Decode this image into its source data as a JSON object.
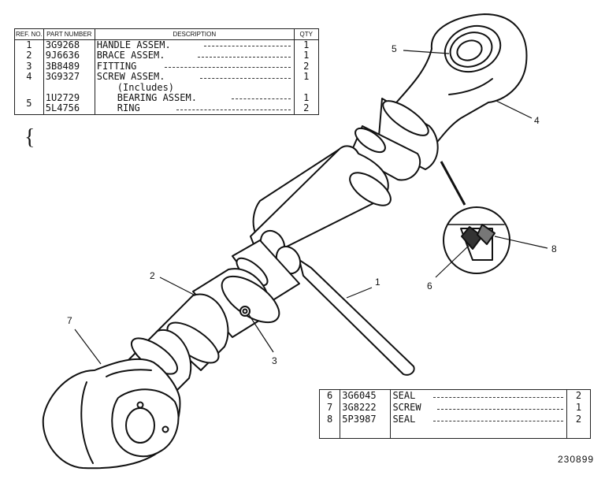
{
  "parts_table": {
    "headers": {
      "ref": "REF. NO.",
      "part_number": "PART NUMBER",
      "description": "DESCRIPTION",
      "qty": "QTY"
    },
    "rows": [
      {
        "ref": "1",
        "part_number": "3G9268",
        "description": "HANDLE ASSEM.",
        "qty": "1"
      },
      {
        "ref": "2",
        "part_number": "9J6636",
        "description": "BRACE ASSEM.",
        "qty": "1"
      },
      {
        "ref": "3",
        "part_number": "3B8489",
        "description": "FITTING",
        "qty": "2"
      },
      {
        "ref": "4",
        "part_number": "3G9327",
        "description": "SCREW ASSEM.",
        "qty": "1"
      },
      {
        "ref": "",
        "part_number": "",
        "description": "(Includes)",
        "qty": ""
      },
      {
        "ref": "5",
        "part_number": "1U2729",
        "description": "BEARING ASSEM.",
        "qty": "1"
      },
      {
        "ref": "",
        "part_number": "5L4756",
        "description": "RING",
        "qty": "2"
      }
    ]
  },
  "parts_table_2": {
    "rows": [
      {
        "ref": "6",
        "part_number": "3G6045",
        "description": "SEAL",
        "qty": "2"
      },
      {
        "ref": "7",
        "part_number": "3G8222",
        "description": "SCREW",
        "qty": "1"
      },
      {
        "ref": "8",
        "part_number": "5P3987",
        "description": "SEAL",
        "qty": "2"
      }
    ]
  },
  "callouts": {
    "c1": "1",
    "c2": "2",
    "c3": "3",
    "c4": "4",
    "c5": "5",
    "c6": "6",
    "c7": "7",
    "c8": "8"
  },
  "figure_number": "230899"
}
